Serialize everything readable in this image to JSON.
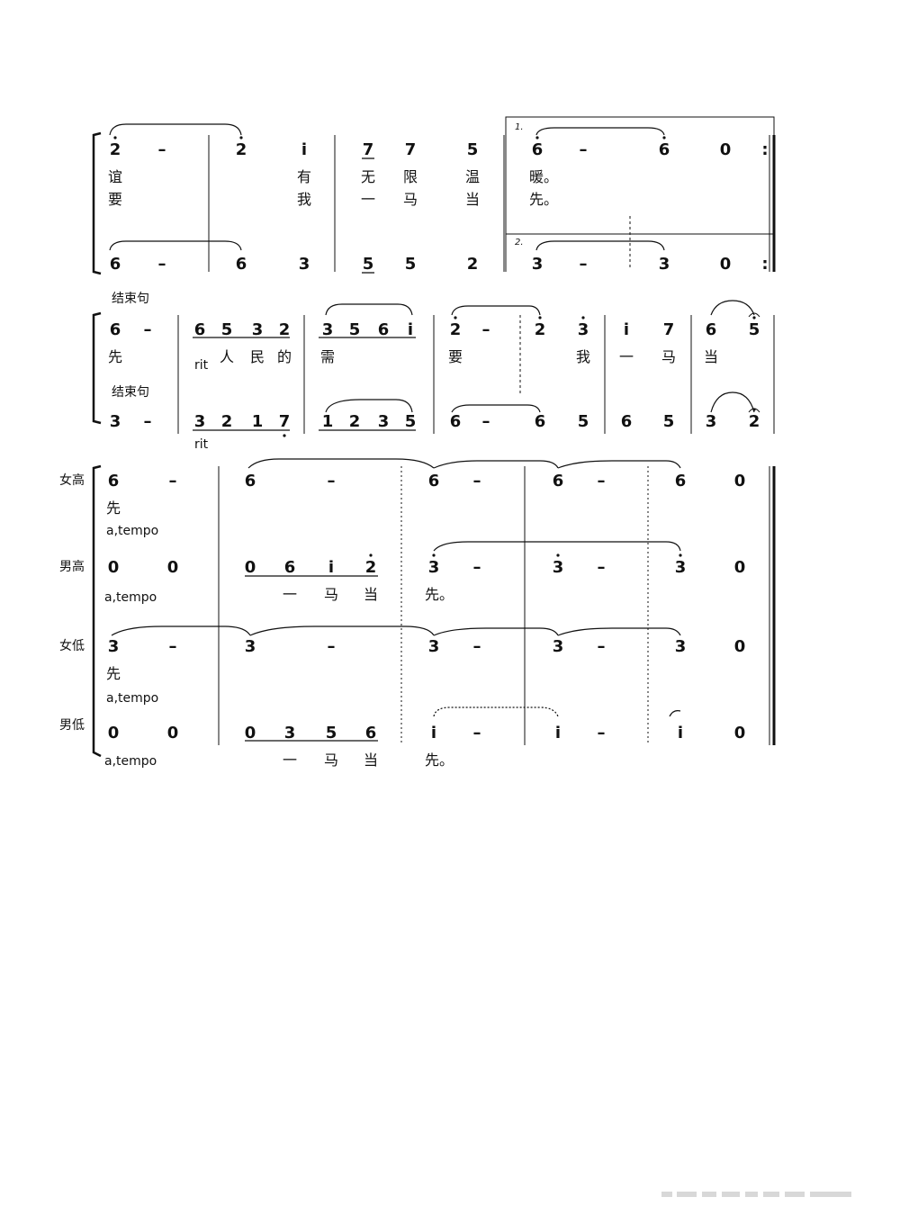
{
  "system1": {
    "volta1": "1.",
    "volta2": "2.",
    "upper": {
      "notes": [
        "2",
        "–",
        "2",
        "i",
        "7",
        "7",
        "5",
        "6",
        "–",
        "6",
        "0",
        ":"
      ],
      "lyrics1": [
        "谊",
        "有",
        "无",
        "限",
        "温",
        "暖。"
      ],
      "lyrics2": [
        "要",
        "我",
        "一",
        "马",
        "当",
        "先。"
      ]
    },
    "lower": {
      "notes": [
        "6",
        "–",
        "6",
        "3",
        "5",
        "5",
        "2",
        "3",
        "–",
        "3",
        "0",
        ":"
      ]
    }
  },
  "system2": {
    "label_upper": "结束句",
    "label_lower": "结束句",
    "rit": "rit",
    "upper": {
      "notes": [
        "6",
        "–",
        "6",
        "5",
        "3",
        "2",
        "3",
        "5",
        "6",
        "i",
        "2",
        "–",
        "2",
        "3",
        "i",
        "7",
        "6",
        "5"
      ],
      "lyrics": [
        "先",
        "人",
        "民",
        "的",
        "需",
        "要",
        "我",
        "一",
        "马",
        "当"
      ]
    },
    "lower": {
      "notes": [
        "3",
        "–",
        "3",
        "2",
        "1",
        "7",
        "1",
        "2",
        "3",
        "5",
        "6",
        "–",
        "6",
        "5",
        "6",
        "5",
        "3",
        "2"
      ]
    }
  },
  "system3": {
    "parts": [
      {
        "name": "女高",
        "notes": [
          "6",
          "–",
          "6",
          "–",
          "6",
          "–",
          "6",
          "–",
          "6",
          "0"
        ],
        "lyrics": [
          "先"
        ],
        "tempo": "a,tempo"
      },
      {
        "name": "男高",
        "notes": [
          "0",
          "0",
          "0",
          "6",
          "i",
          "2",
          "3",
          "–",
          "3",
          "–",
          "3",
          "0"
        ],
        "lyrics": [
          "一",
          "马",
          "当",
          "先。"
        ],
        "tempo": "a,tempo"
      },
      {
        "name": "女低",
        "notes": [
          "3",
          "–",
          "3",
          "–",
          "3",
          "–",
          "3",
          "–",
          "3",
          "0"
        ],
        "lyrics": [
          "先"
        ],
        "tempo": "a,tempo"
      },
      {
        "name": "男低",
        "notes": [
          "0",
          "0",
          "0",
          "3",
          "5",
          "6",
          "i",
          "–",
          "i",
          "–",
          "i",
          "0"
        ],
        "lyrics": [
          "一",
          "马",
          "当",
          "先。"
        ],
        "tempo": "a,tempo"
      }
    ]
  }
}
